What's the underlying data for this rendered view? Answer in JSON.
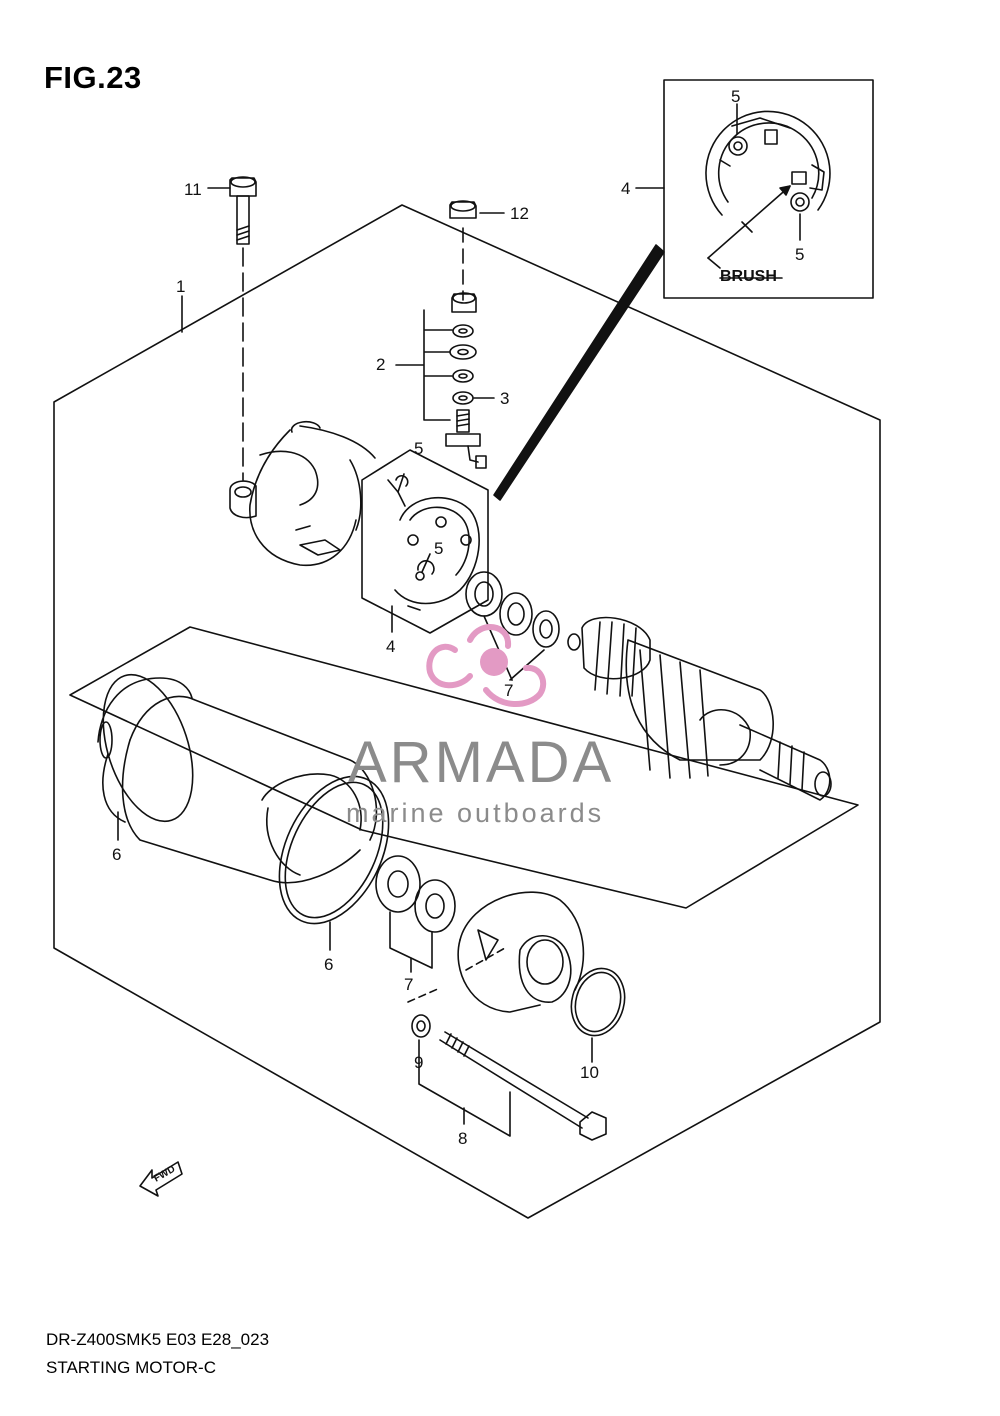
{
  "figure": {
    "title": "FIG.23",
    "model_code": "DR-Z400SMK5 E03 E28_023",
    "caption": "STARTING MOTOR-C"
  },
  "callouts": [
    {
      "id": "p1",
      "label": "1"
    },
    {
      "id": "p2",
      "label": "2"
    },
    {
      "id": "p3",
      "label": "3"
    },
    {
      "id": "p4",
      "label": "4"
    },
    {
      "id": "p4b",
      "label": "4"
    },
    {
      "id": "p5a",
      "label": "5"
    },
    {
      "id": "p5b",
      "label": "5"
    },
    {
      "id": "p5c",
      "label": "5"
    },
    {
      "id": "p5d",
      "label": "5"
    },
    {
      "id": "p6a",
      "label": "6"
    },
    {
      "id": "p6b",
      "label": "6"
    },
    {
      "id": "p7a",
      "label": "7"
    },
    {
      "id": "p7b",
      "label": "7"
    },
    {
      "id": "p8",
      "label": "8"
    },
    {
      "id": "p9",
      "label": "9"
    },
    {
      "id": "p10",
      "label": "10"
    },
    {
      "id": "p11",
      "label": "11"
    },
    {
      "id": "p12",
      "label": "12"
    }
  ],
  "inset": {
    "label": "BRUSH"
  },
  "fwd_marker": {
    "label": "FWD"
  },
  "watermark": {
    "brand": "ARMADA",
    "tagline": "marine outboards",
    "accent_color": "#e39ac4"
  }
}
